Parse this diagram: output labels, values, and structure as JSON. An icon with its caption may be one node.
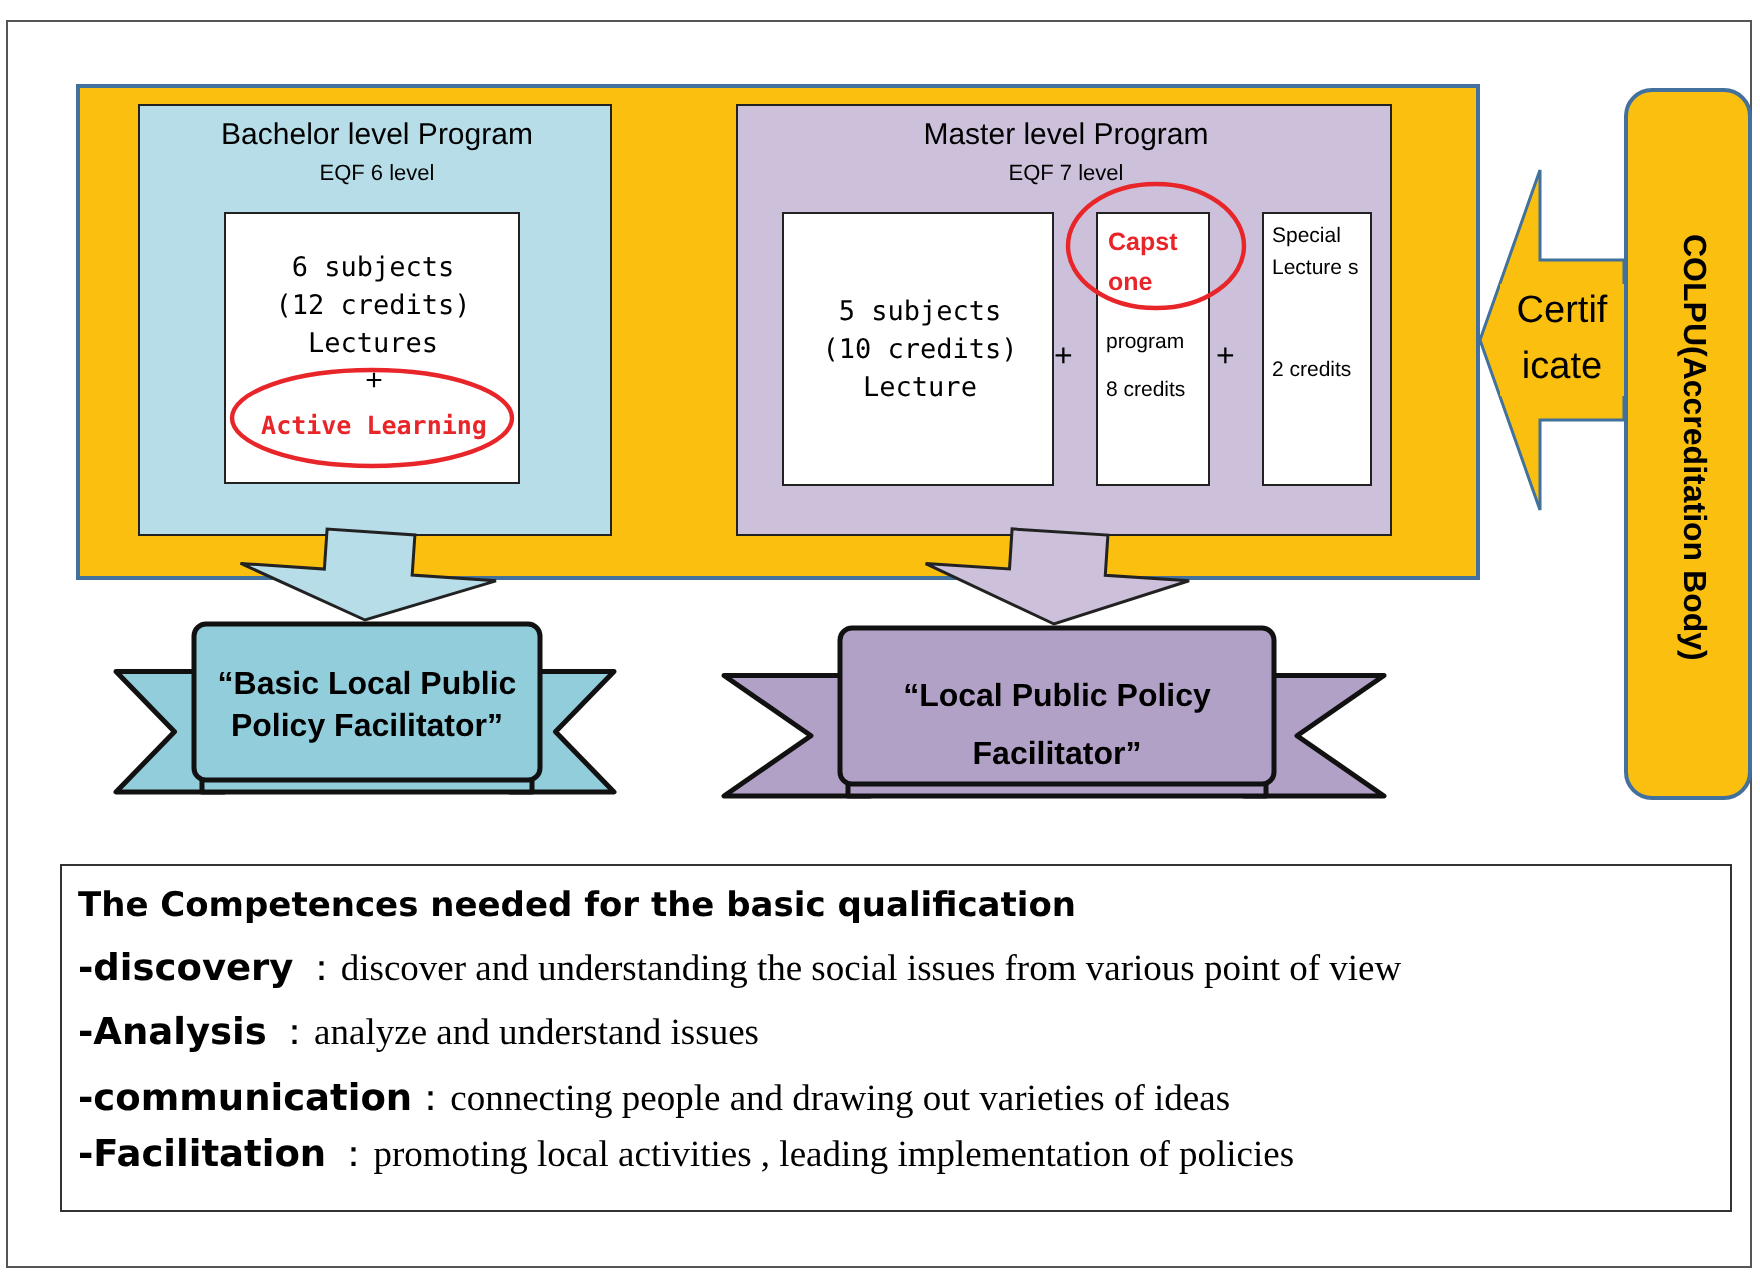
{
  "diagram": {
    "nodes": [
      {
        "text": [],
        "shape": "box"
      },
      {
        "text": [
          "Bachelor level Program",
          "EQF 6 level"
        ],
        "in": 0
      },
      {
        "text": [
          "6 subjects (12 credits) Lectures",
          "+",
          "Active Learning"
        ],
        "in": 1
      },
      {
        "text": [
          "Master level Program",
          "EQF 7 level"
        ],
        "in": 0
      },
      {
        "text": [
          "5 subjects (10 credits) Lecture"
        ],
        "in": 3
      },
      {
        "text": [
          "Capst one",
          "program",
          "8 credits"
        ],
        "in": 3
      },
      {
        "text": [
          "Special Lecture s",
          "2 credits"
        ],
        "in": 3
      },
      {
        "text": [
          "“Basic Local Public Policy Facilitator”"
        ]
      },
      {
        "text": [
          "“Local Public Policy Facilitator”"
        ]
      },
      {
        "text": [
          "COLPU(Accreditation Body)"
        ]
      },
      {
        "text": [
          "The Competences needed for the basic qualification",
          "**-discovery** ：discover and understanding the social issues from various point of view",
          "**-Analysis** ：analyze and understand issues",
          "**-communication**：connecting people and drawing out varieties of ideas",
          "**-Facilitation** ：promoting local activities , leading implementation of policies"
        ]
      }
    ],
    "edges": [
      {
        "from": 1,
        "to": 7,
        "arrow": "to",
        "color": "#b7dde8"
      },
      {
        "from": 3,
        "to": 8,
        "arrow": "to",
        "color": "#ccc0da"
      },
      {
        "from": 9,
        "to": 0,
        "arrow": "to",
        "label": "Certif icate",
        "color": "#fbbf10"
      }
    ],
    "labels": [
      "+",
      "+"
    ]
  }
}
